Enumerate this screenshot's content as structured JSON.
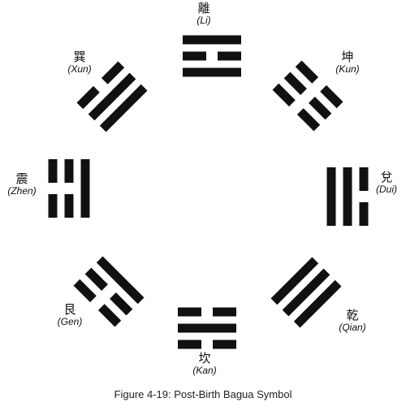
{
  "caption": "Figure 4-19: Post-Birth Bagua Symbol",
  "trigrams": [
    {
      "id": "li",
      "chinese": "離",
      "roman": "(Li)",
      "lines": [
        "solid",
        "broken",
        "solid"
      ]
    },
    {
      "id": "kun",
      "chinese": "坤",
      "roman": "(Kun)",
      "lines": [
        "broken",
        "broken",
        "broken"
      ]
    },
    {
      "id": "dui",
      "chinese": "兌",
      "roman": "(Dui)",
      "lines": [
        "broken",
        "solid",
        "solid"
      ]
    },
    {
      "id": "qian",
      "chinese": "乾",
      "roman": "(Qian)",
      "lines": [
        "solid",
        "solid",
        "solid"
      ]
    },
    {
      "id": "kan",
      "chinese": "坎",
      "roman": "(Kan)",
      "lines": [
        "broken",
        "solid",
        "broken"
      ]
    },
    {
      "id": "gen",
      "chinese": "艮",
      "roman": "(Gen)",
      "lines": [
        "broken",
        "broken",
        "solid"
      ]
    },
    {
      "id": "zhen",
      "chinese": "震",
      "roman": "(Zhen)",
      "lines": [
        "broken",
        "broken",
        "solid"
      ]
    },
    {
      "id": "xun",
      "chinese": "巽",
      "roman": "(Xun)",
      "lines": [
        "broken",
        "solid",
        "solid"
      ]
    }
  ],
  "colors": {
    "ink": "#111111",
    "background": "#ffffff"
  }
}
